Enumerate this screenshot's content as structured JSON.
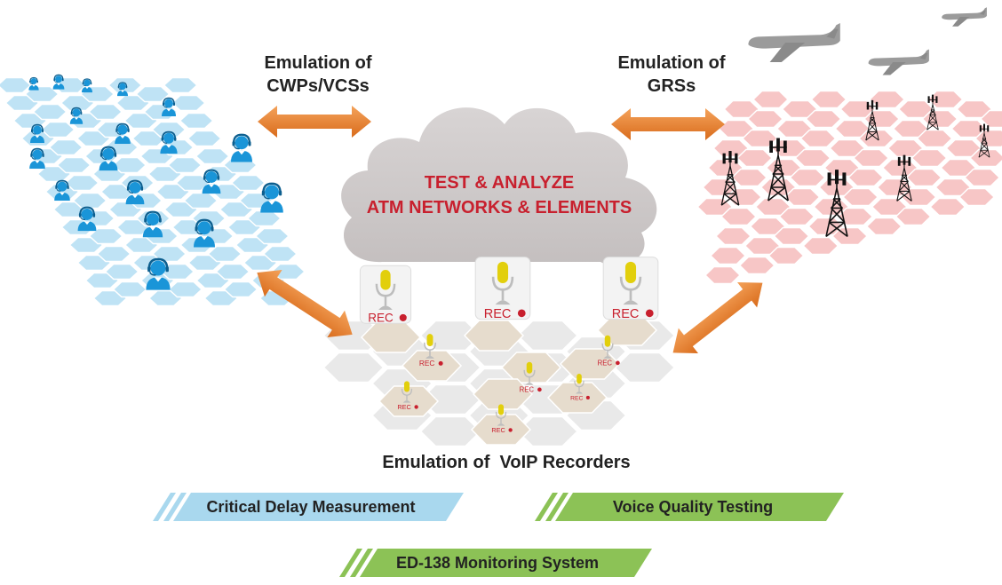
{
  "labels": {
    "cwp": [
      "Emulation of",
      "CWPs/VCSs"
    ],
    "grs": [
      "Emulation of",
      "GRSs"
    ],
    "voip": "Emulation of  VoIP Recorders"
  },
  "cloud": {
    "line1": "TEST & ANALYZE",
    "line2": "ATM NETWORKS & ELEMENTS"
  },
  "recorder_label": "REC",
  "banners": {
    "critical_delay": "Critical Delay Measurement",
    "voice_quality": "Voice Quality Testing",
    "ed138": "ED-138 Monitoring System"
  },
  "colors": {
    "blue_hex": "#bfe3f5",
    "blue_operator": "#1a95d8",
    "pink_hex": "#f7c6c6",
    "beige_hex": "#e6dccd",
    "gray_hex": "#e9e9e9",
    "cloud": "#cfcaca",
    "arrow": "#e07c2c",
    "accent_red": "#c8202e",
    "banner_blue": "#a9d8ee",
    "banner_green": "#8cc256",
    "plane": "#9b9b9b",
    "mic": "#e2cf0c"
  }
}
